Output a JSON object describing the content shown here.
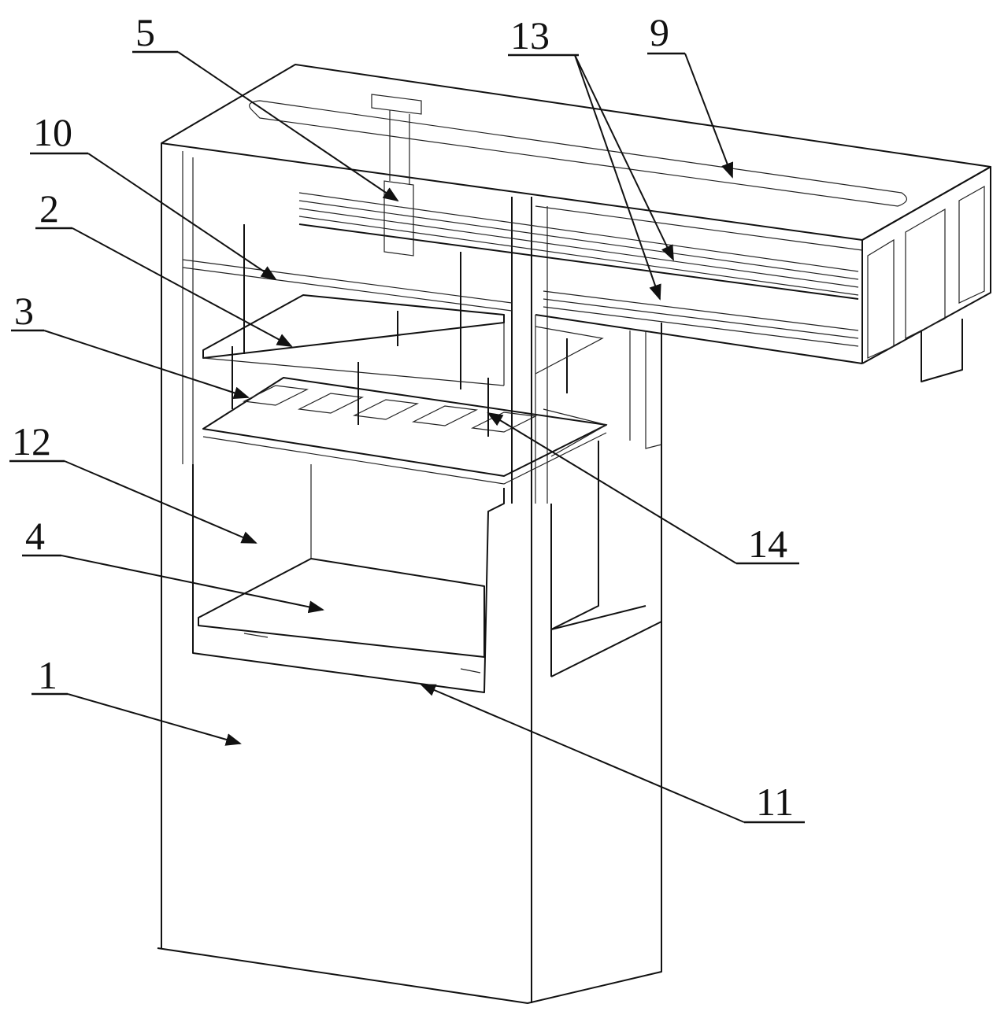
{
  "figure": {
    "labels": {
      "l1": "1",
      "l2": "2",
      "l3": "3",
      "l4": "4",
      "l5": "5",
      "l9": "9",
      "l10": "10",
      "l11": "11",
      "l12": "12",
      "l13": "13",
      "l14": "14"
    }
  }
}
